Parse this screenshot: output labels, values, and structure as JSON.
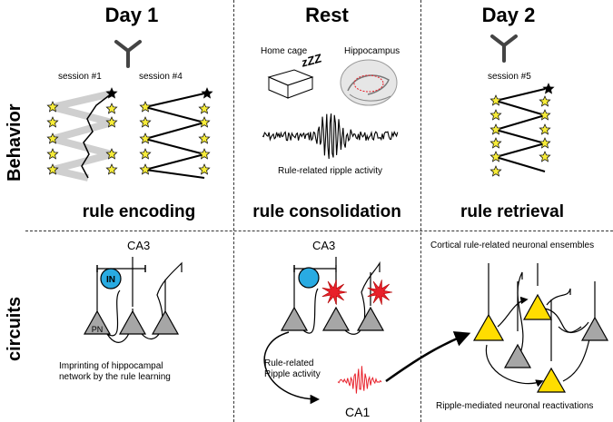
{
  "columns": {
    "day1": "Day 1",
    "rest": "Rest",
    "day2": "Day 2"
  },
  "rows": {
    "behavior": "Behavior",
    "circuits": "circuits"
  },
  "behavior": {
    "day1_session_a": "session #1",
    "day1_session_b": "session #4",
    "rest_home_cage": "Home cage",
    "rest_sleep": "zZZ",
    "rest_hippocampus": "Hippocampus",
    "rest_ripple_caption": "Rule-related ripple activity",
    "day2_session": "session #5"
  },
  "phases": {
    "encoding": "rule encoding",
    "consolidation": "rule consolidation",
    "retrieval": "rule retrieval"
  },
  "circuits": {
    "day1_region": "CA3",
    "day1_in_label": "IN",
    "day1_pn_label": "PN",
    "day1_caption_line1": "Imprinting of hippocampal",
    "day1_caption_line2": "network by the rule learning",
    "rest_region": "CA3",
    "rest_caption_line1": "Rule-related",
    "rest_caption_line2": "Ripple activity",
    "rest_ca1": "CA1",
    "day2_top_caption": "Cortical rule-related neuronal ensembles",
    "day2_bottom_caption": "Ripple-mediated neuronal reactivations"
  },
  "colors": {
    "star_yellow": "#f7ec3a",
    "interneuron_blue": "#29abe2",
    "pyramidal_gray": "#a6a6a6",
    "cortical_yellow": "#ffdd00",
    "spike_red": "#e8202a"
  }
}
